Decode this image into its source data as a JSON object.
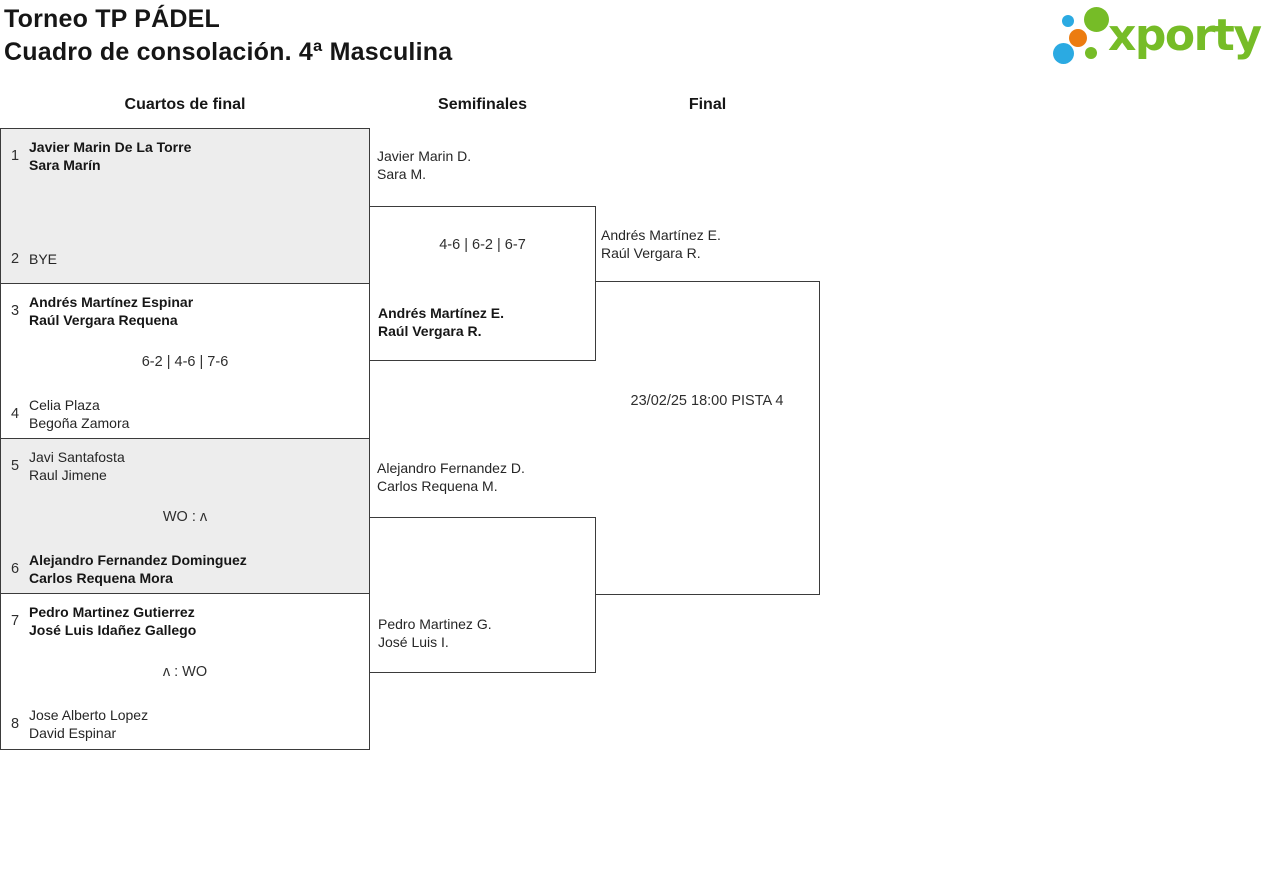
{
  "title": {
    "line1": "Torneo TP PÁDEL",
    "line2": "Cuadro de consolación. 4ª Masculina"
  },
  "logo": {
    "brand": "xporty"
  },
  "headers": {
    "quarterfinals": "Cuartos de final",
    "semifinals": "Semifinales",
    "final": "Final"
  },
  "colors": {
    "green": "#76bc27",
    "blue": "#2baae2",
    "orange": "#ec7c10",
    "line": "#3b3b3b",
    "gray": "#ededed"
  },
  "bracket": {
    "quarterfinals": [
      {
        "seed_top": "1",
        "top": {
          "p1": "Javier Marin De La Torre",
          "p2": "Sara Marín",
          "winner": true
        },
        "score": "",
        "seed_bottom": "2",
        "bottom": {
          "p1": "BYE",
          "p2": "",
          "winner": false
        }
      },
      {
        "seed_top": "3",
        "top": {
          "p1": "Andrés Martínez Espinar",
          "p2": "Raúl Vergara Requena",
          "winner": true
        },
        "score": "6-2 | 4-6 | 7-6",
        "seed_bottom": "4",
        "bottom": {
          "p1": "Celia Plaza",
          "p2": "Begoña Zamora",
          "winner": false
        }
      },
      {
        "seed_top": "5",
        "top": {
          "p1": "Javi Santafosta",
          "p2": "Raul Jimene",
          "winner": false
        },
        "score": "WO : ʌ",
        "seed_bottom": "6",
        "bottom": {
          "p1": "Alejandro Fernandez Dominguez",
          "p2": "Carlos Requena Mora",
          "winner": true
        }
      },
      {
        "seed_top": "7",
        "top": {
          "p1": "Pedro Martinez Gutierrez",
          "p2": "José Luis Idañez Gallego",
          "winner": true
        },
        "score": "ʌ : WO",
        "seed_bottom": "8",
        "bottom": {
          "p1": "Jose Alberto Lopez",
          "p2": "David Espinar",
          "winner": false
        }
      }
    ],
    "semifinals": [
      {
        "top": {
          "p1": "Javier Marin D.",
          "p2": "Sara M."
        },
        "score": "4-6 | 6-2 | 6-7",
        "bottom": {
          "p1": "Andrés Martínez E.",
          "p2": "Raúl Vergara R.",
          "winner": true
        }
      },
      {
        "top": {
          "p1": "Alejandro Fernandez D.",
          "p2": "Carlos Requena M."
        },
        "score": "",
        "bottom": {
          "p1": "Pedro Martinez G.",
          "p2": "José Luis I.",
          "winner": false
        }
      }
    ],
    "final": {
      "top": {
        "p1": "Andrés Martínez E.",
        "p2": "Raúl Vergara R."
      },
      "schedule": "23/02/25 18:00 PISTA 4"
    }
  }
}
